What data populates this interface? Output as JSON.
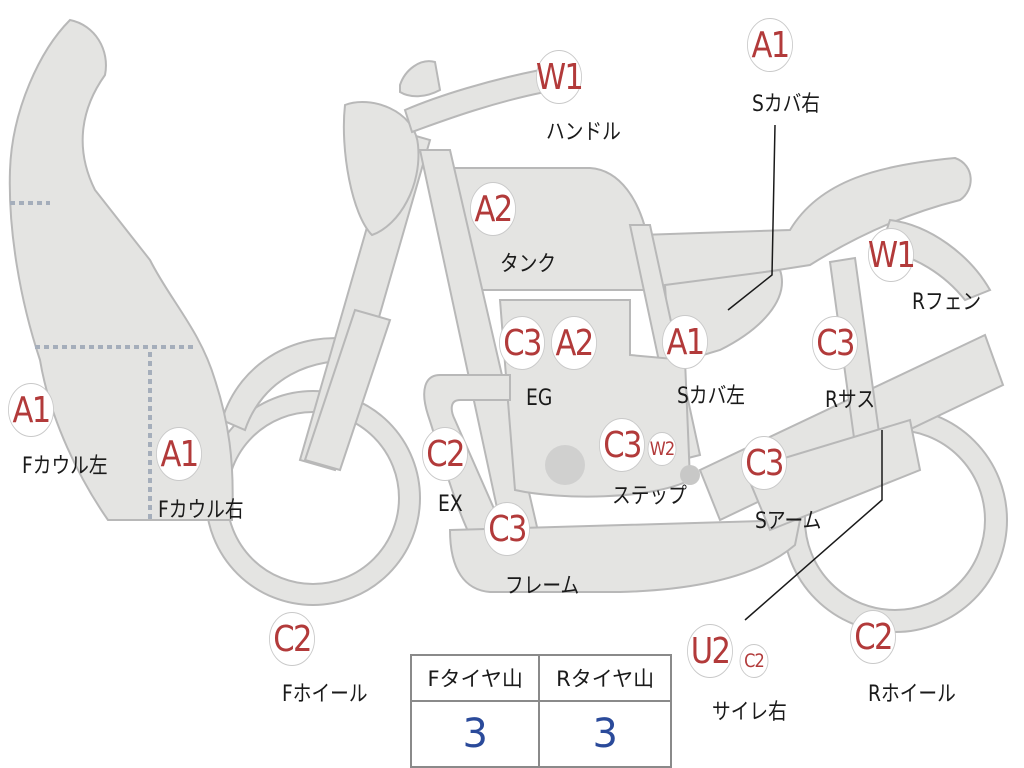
{
  "colors": {
    "body_fill": "#e4e4e2",
    "outline": "#b8b8b8",
    "grade_text": "#b23a3a",
    "value_text": "#2a4a9a"
  },
  "parts": [
    {
      "id": "handle",
      "grade": "W1",
      "label": "ハンドル"
    },
    {
      "id": "s-cover-right",
      "grade": "A1",
      "label": "Sカバ右"
    },
    {
      "id": "tank",
      "grade": "A2",
      "label": "タンク"
    },
    {
      "id": "r-fender",
      "grade": "W1",
      "label": "Rフェン"
    },
    {
      "id": "engine",
      "grades": [
        "C3",
        "A2"
      ],
      "label": "EG"
    },
    {
      "id": "s-cover-left",
      "grade": "A1",
      "label": "Sカバ左"
    },
    {
      "id": "r-suspension",
      "grade": "C3",
      "label": "Rサス"
    },
    {
      "id": "f-cowl-left",
      "grade": "A1",
      "label": "Fカウル左"
    },
    {
      "id": "f-cowl-right",
      "grade": "A1",
      "label": "Fカウル右"
    },
    {
      "id": "exhaust",
      "grade": "C2",
      "label": "EX"
    },
    {
      "id": "step",
      "grades": [
        "C3",
        "W2"
      ],
      "label": "ステップ"
    },
    {
      "id": "swing-arm",
      "grade": "C3",
      "label": "Sアーム"
    },
    {
      "id": "frame",
      "grade": "C3",
      "label": "フレーム"
    },
    {
      "id": "f-wheel",
      "grade": "C2",
      "label": "Fホイール"
    },
    {
      "id": "silencer-right",
      "grades": [
        "U2",
        "C2"
      ],
      "label": "サイレ右"
    },
    {
      "id": "r-wheel",
      "grade": "C2",
      "label": "Rホイール"
    }
  ],
  "tire_table": {
    "headers": [
      "Fタイヤ山",
      "Rタイヤ山"
    ],
    "values": [
      "3",
      "3"
    ]
  }
}
